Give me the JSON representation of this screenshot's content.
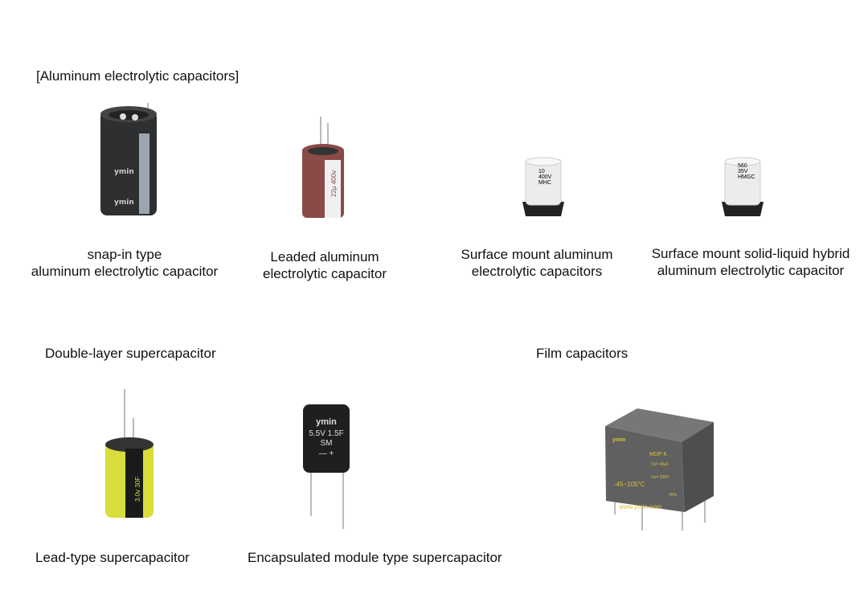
{
  "sections": {
    "aluminum": "[Aluminum electrolytic capacitors]",
    "double_layer": "Double-layer supercapacitor",
    "film": "Film capacitors"
  },
  "products": {
    "snap_in": {
      "line1": "snap-in type",
      "line2": "aluminum electrolytic capacitor"
    },
    "leaded": {
      "line1": "Leaded aluminum",
      "line2": "electrolytic capacitor",
      "label": "22µ 400v"
    },
    "smd": {
      "line1": "Surface mount aluminum",
      "line2": "electrolytic capacitors",
      "label1": "10",
      "label2": "400V",
      "label3": "MHC"
    },
    "smd_hybrid": {
      "line1": "Surface mount solid-liquid hybrid",
      "line2": "aluminum electrolytic capacitor",
      "label1": "560",
      "label2": "35V",
      "label3": "HMGC"
    },
    "lead_super": {
      "caption": "Lead-type supercapacitor",
      "label": "3.0v 30F"
    },
    "module_super": {
      "caption": "Encapsulated module type supercapacitor",
      "brand": "ymin",
      "label1": "5.5V 1.5F",
      "label2": "SM",
      "label3": "— +"
    },
    "film_cap": {
      "brand": "ymin",
      "model": "MDP K",
      "cap": "Cn= 40µF",
      "volt": "Un= 500V",
      "temp": "-45~105°C",
      "tol": "±5%",
      "url": "www.ymin.com"
    }
  },
  "colors": {
    "snap_in": "#2e2f31",
    "leaded": "#8a4a48",
    "super": "#d8dd3c",
    "film": "#5f5f5f"
  }
}
